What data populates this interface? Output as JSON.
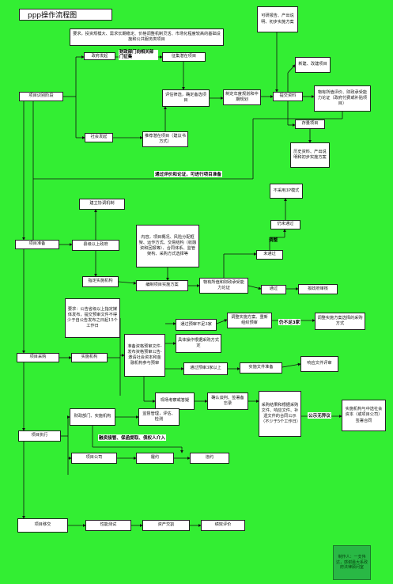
{
  "title": "ppp操作流程图",
  "nodes": {
    "intro": "要求，投资规模大、需求长期稳定、价格调整机制灵活、市场化程度较高的基础设施和公共服务类项目",
    "zf_fq": "政府发起",
    "jm_wm": "社会发起",
    "sfbm": "财政部门向相关部门征集",
    "qian_gc": "征集潜在项目",
    "shehui_tuijian": "推荐潜在项目（建议书方式）",
    "xm_sbjd": "项目识别阶段",
    "pg_saixuan": "评估筛选，确定备选项目",
    "nian_jh": "制定年度规划和中期规划",
    "kxbg": "可研报告、产出说明、初步实施方案",
    "xinjian": "新建、改建项目",
    "bei_xm": "提交资料",
    "wz_pj": "物有所值评价、财政承受能力论证（政府付费或补贴项目）",
    "cl_xm": "存量项目",
    "ls_zl": "历史资料、产出说明和初步实施方案",
    "tongguo_label": "通过评价和论证，可进行项目准备",
    "jlxt": "建立协调机制",
    "ngzf": "县级以上政府",
    "nrgy": "内容，项目概况、风险分配框架、运作方式、交易结构（收融资和回报等）、合同体系、监管架构、采购方式选择等",
    "fz_ss": "编制项目实施方案",
    "ps_ss": "物有所值和财政承受能力论证",
    "bu_3": "不采用3P模式",
    "xm_zb": "项目准备",
    "zdss": "指定实施机构",
    "tg1": "通过",
    "bp1": "报政府审核",
    "weitg": "未通过",
    "yn_xt": "仍未通过",
    "xuanzhi": "要求：公告省级以上指定媒体发布，提交预审文件不得少于自公告发布之日起15个工作日",
    "zg_ys": "准备资格预审文件-发布资格预审公告-邀请社会资本和金融机构参与预审",
    "ss_jg": "实施机构",
    "xm_cg": "项目采购",
    "ys_lt": "通过预审不足3家",
    "tzss": "调整实施方案、重新组织预审",
    "bz_3": "仍不足3家",
    "cgfs": "调整实施方案选择的采购方式",
    "jt_fx": "具体操作根据采购方式定",
    "ys_3": "通过预审3家以上",
    "ss_ct": "实施文件准备",
    "xy_wj": "响应文件评审",
    "xc_ky": "现场考察或答疑",
    "qr_tp": "确认谈判、签署备忘录",
    "cj_jg": "采购结果和根据采购文件、响应文件、补遗文件的合同公示（不少于5个工作日）",
    "gs_label": "公示无异议",
    "ss_qd": "实施机构与中选社会资本（或项目公司）签署合同",
    "cz_ss": "财政部门、实施机构",
    "jg_gl": "监督管理，评估、检测",
    "rzlabel": "融资接管、保函提取、债权人介入",
    "xm_zx": "项目执行",
    "xm_gs": "项目公司",
    "lu_yue": "履约",
    "wei_yue": "违约",
    "xm_yj": "项目移交",
    "xn_cs": "性能测试",
    "zc_jg": "资产交割",
    "jx_pj": "绩效评价"
  },
  "footer_note": "制作人：一支伟达，感谢最大系政府法律顾问室"
}
